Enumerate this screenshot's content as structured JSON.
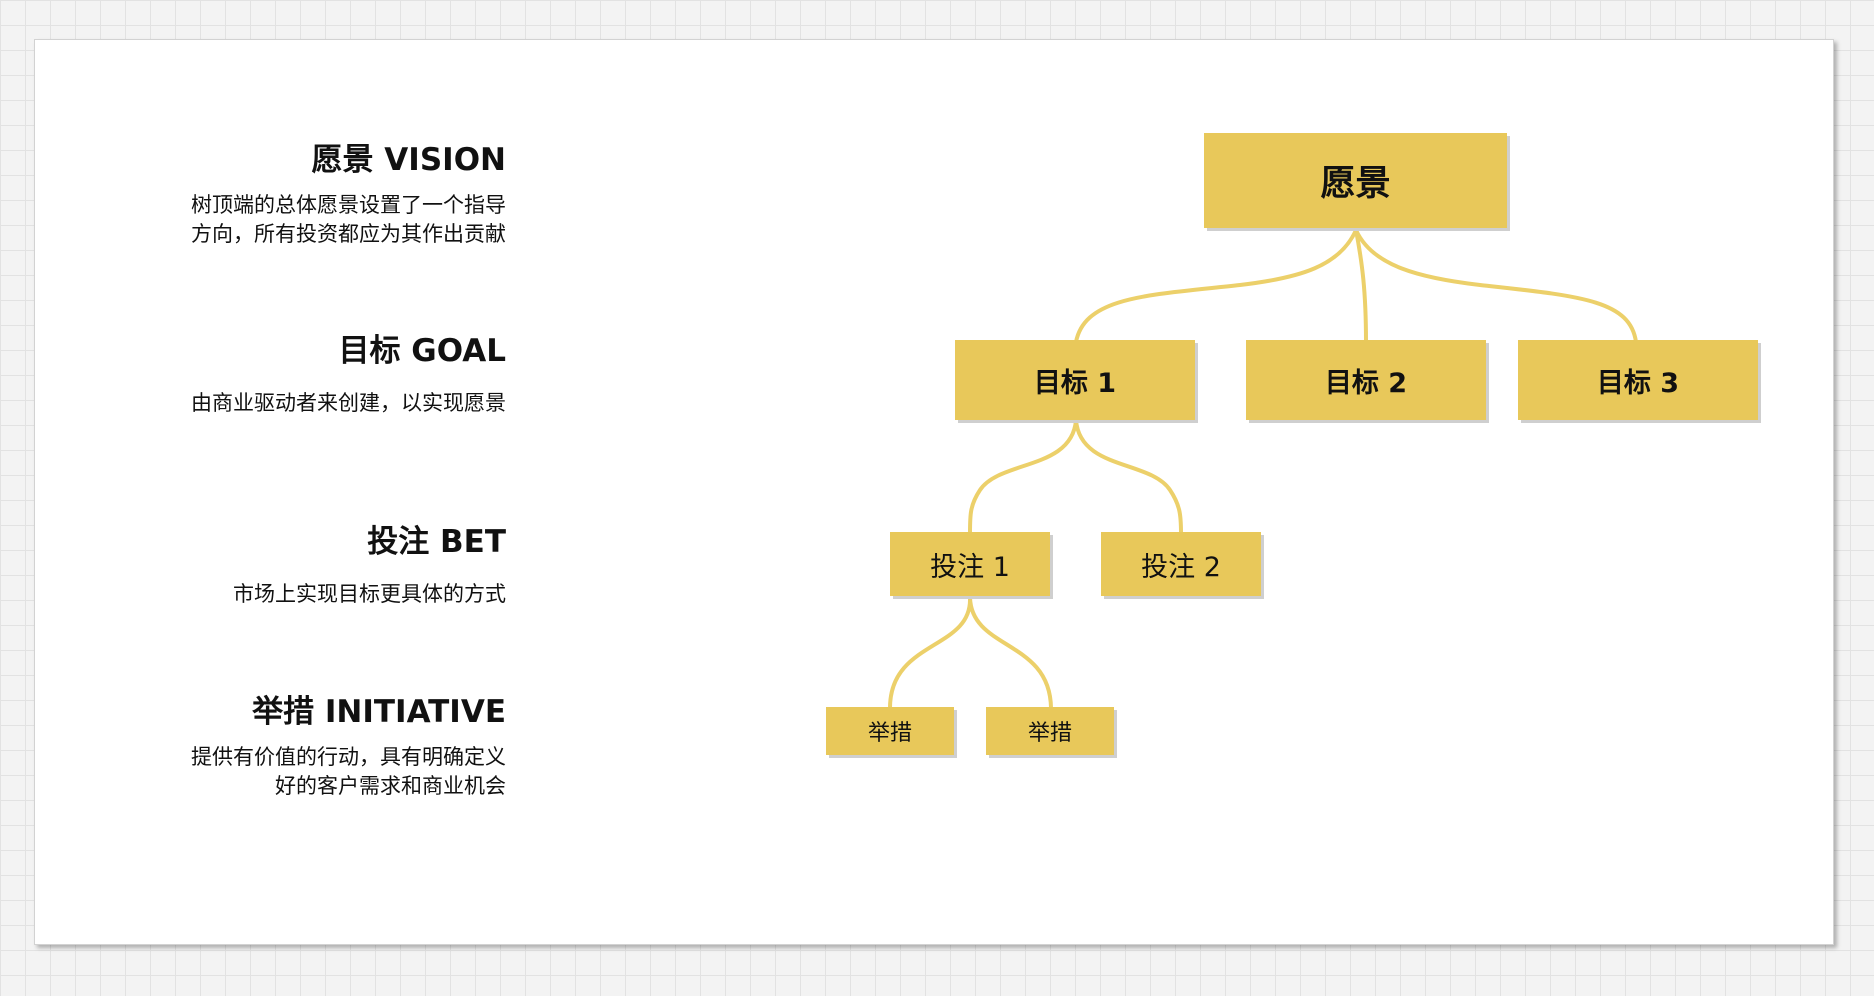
{
  "legend": [
    {
      "id": "vision",
      "title": "愿景 VISION",
      "desc": [
        "树顶端的总体愿景设置了一个指导",
        "方向，所有投资都应为其作出贡献"
      ]
    },
    {
      "id": "goal",
      "title": "目标 GOAL",
      "desc": [
        "由商业驱动者来创建，以实现愿景"
      ]
    },
    {
      "id": "bet",
      "title": "投注 BET",
      "desc": [
        "市场上实现目标更具体的方式"
      ]
    },
    {
      "id": "initiative",
      "title": "举措 INITIATIVE",
      "desc": [
        "提供有价值的行动，具有明确定义",
        "好的客户需求和商业机会"
      ]
    }
  ],
  "tree": {
    "node_color": "#e8c85a",
    "line_color": "#ecd06a",
    "vision": "愿景",
    "goals": [
      "目标 1",
      "目标 2",
      "目标 3"
    ],
    "bets": [
      "投注 1",
      "投注 2"
    ],
    "initiatives": [
      "举措",
      "举措"
    ]
  }
}
